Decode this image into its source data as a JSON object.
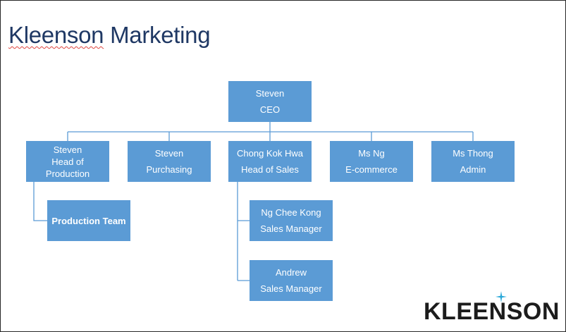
{
  "title": {
    "misspelled_word": "Kleenson",
    "rest": " Marketing"
  },
  "org_chart": {
    "root": {
      "name": "Steven",
      "role": "CEO"
    },
    "level1": [
      {
        "name": "Steven",
        "role_line1": "Head of",
        "role_line2": "Production"
      },
      {
        "name": "Steven",
        "role": "Purchasing"
      },
      {
        "name": "Chong Kok Hwa",
        "role": "Head of Sales"
      },
      {
        "name": "Ms Ng",
        "role": "E-commerce"
      },
      {
        "name": "Ms Thong",
        "role": "Admin"
      }
    ],
    "production_children": [
      {
        "label": "Production Team"
      }
    ],
    "sales_children": [
      {
        "name": "Ng Chee Kong",
        "role": "Sales Manager"
      },
      {
        "name": "Andrew",
        "role": "Sales Manager"
      }
    ]
  },
  "logo": {
    "text": "KLEENSON",
    "star_color": "#2aa8d8"
  },
  "colors": {
    "box_fill": "#5b9bd5",
    "connector": "#5b9bd5",
    "title": "#1f3864",
    "text": "#ffffff"
  }
}
